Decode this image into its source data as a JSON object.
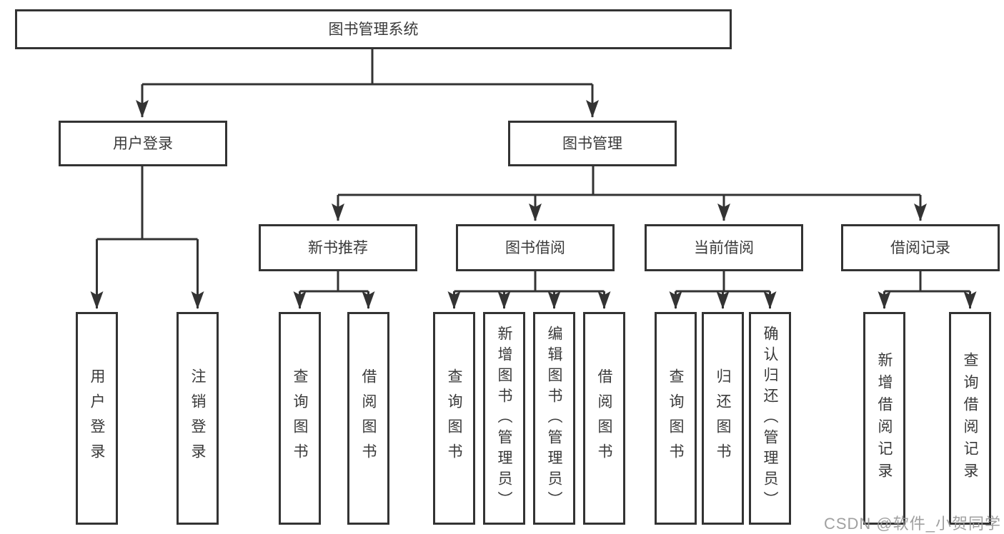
{
  "tree": {
    "root": {
      "label": "图书管理系统"
    },
    "children": [
      {
        "label": "用户登录",
        "children": [
          {
            "label": "用户登录"
          },
          {
            "label": "注销登录"
          }
        ]
      },
      {
        "label": "图书管理",
        "children": [
          {
            "label": "新书推荐",
            "children": [
              {
                "label": "查询图书"
              },
              {
                "label": "借阅图书"
              }
            ]
          },
          {
            "label": "图书借阅",
            "children": [
              {
                "label": "查询图书"
              },
              {
                "label": "新增图书（管理员）"
              },
              {
                "label": "编辑图书（管理员）"
              },
              {
                "label": "借阅图书"
              }
            ]
          },
          {
            "label": "当前借阅",
            "children": [
              {
                "label": "查询图书"
              },
              {
                "label": "归还图书"
              },
              {
                "label": "确认归还（管理员）"
              }
            ]
          },
          {
            "label": "借阅记录",
            "children": [
              {
                "label": "新增借阅记录"
              },
              {
                "label": "查询借阅记录"
              }
            ]
          }
        ]
      }
    ]
  },
  "watermark": {
    "text": "CSDN @软件_小贺同学"
  },
  "colors": {
    "line": "#333333",
    "text": "#3a3a3a",
    "watermark": "#9e9e9e",
    "background": "#ffffff"
  }
}
